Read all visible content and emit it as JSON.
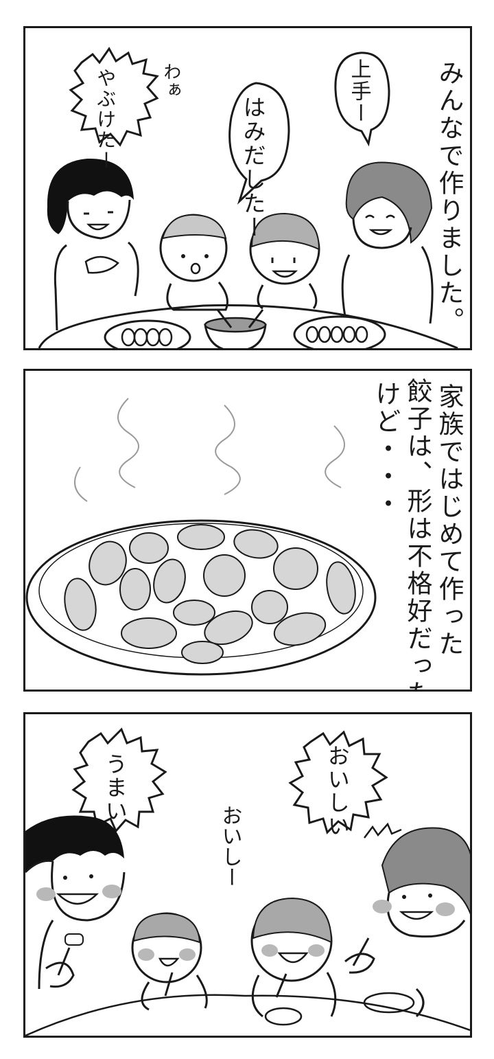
{
  "panels": [
    {
      "narration": "みんなで作りました。",
      "bubbles": [
        "上手ー",
        "はみだしたー",
        "やぶけたー"
      ],
      "sfx": "わぁ"
    },
    {
      "narration_lines": [
        "家族ではじめて作った",
        "餃子は、形は不格好だった",
        "けど・・・"
      ]
    },
    {
      "bubbles": [
        "うまい",
        "おいしい"
      ],
      "sfx": "おいしー"
    }
  ],
  "colors": {
    "ink": "#1a1a1a",
    "tone": "#9a9a9a",
    "cheek": "#b8b8b8"
  }
}
